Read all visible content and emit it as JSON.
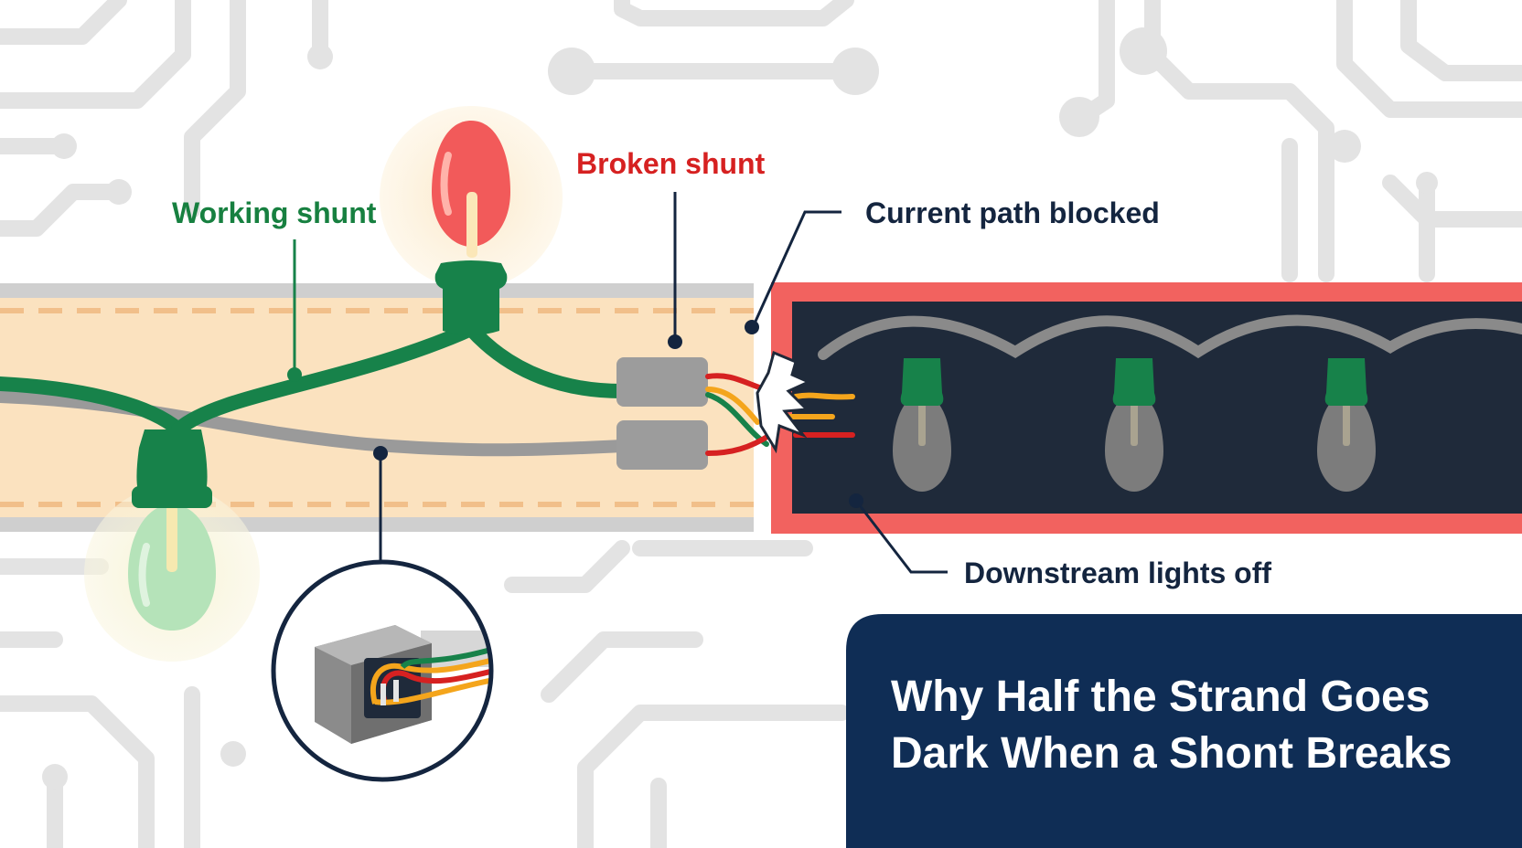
{
  "labels": {
    "working_shunt": "Working shunt",
    "broken_shunt": "Broken shunt",
    "current_path_blocked": "Current path blocked",
    "downstream_lights_off": "Downstream lights off"
  },
  "title": {
    "line1": "Why Half the Strand Goes",
    "line2": "Dark When a Shont Breaks"
  },
  "colors": {
    "background": "#ffffff",
    "circuit_trace": "#e2e2e2",
    "strip_fill": "#fbe2bf",
    "strip_border": "#cfcfcf",
    "wire_green": "#17824a",
    "wire_gray": "#9a9a9a",
    "bulb_red": "#f25a5a",
    "bulb_green": "#b5e3b9",
    "dark_panel": "#1f2a3a",
    "panel_border": "#f2625f",
    "label_green": "#178040",
    "label_red": "#d62121",
    "label_navy": "#14253f",
    "title_box": "#0f2d55",
    "title_text": "#ffffff"
  },
  "icons": {
    "working_bulb": "red-bulb-icon",
    "unlit_bulb": "green-bulb-icon",
    "spark": "spark-icon",
    "dark_bulb": "dark-bulb-icon",
    "shunt_connector": "shunt-connector-icon"
  }
}
